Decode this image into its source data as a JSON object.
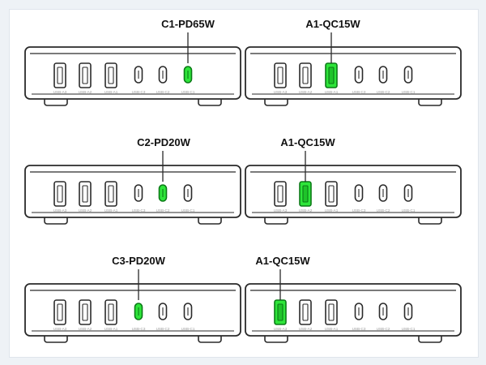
{
  "colors": {
    "background": "#eef2f6",
    "panel": "#ffffff",
    "outline": "#2a2a2a",
    "port_fill": "#ffffff",
    "active_fill": "#2ee53a",
    "active_stroke": "#0b7a17",
    "port_label": "#9a9a9a"
  },
  "port_labels": [
    "USB-A3",
    "USB-A2",
    "USB-A1",
    "USB-C3",
    "USB-C2",
    "USB-C1"
  ],
  "chargers": [
    {
      "label": "C1-PD65W",
      "active_port": 5
    },
    {
      "label": "A1-QC15W",
      "active_port": 2
    },
    {
      "label": "C2-PD20W",
      "active_port": 4
    },
    {
      "label": "A1-QC15W",
      "active_port": 1
    },
    {
      "label": "C3-PD20W",
      "active_port": 3
    },
    {
      "label": "A1-QC15W",
      "active_port": 0
    }
  ]
}
